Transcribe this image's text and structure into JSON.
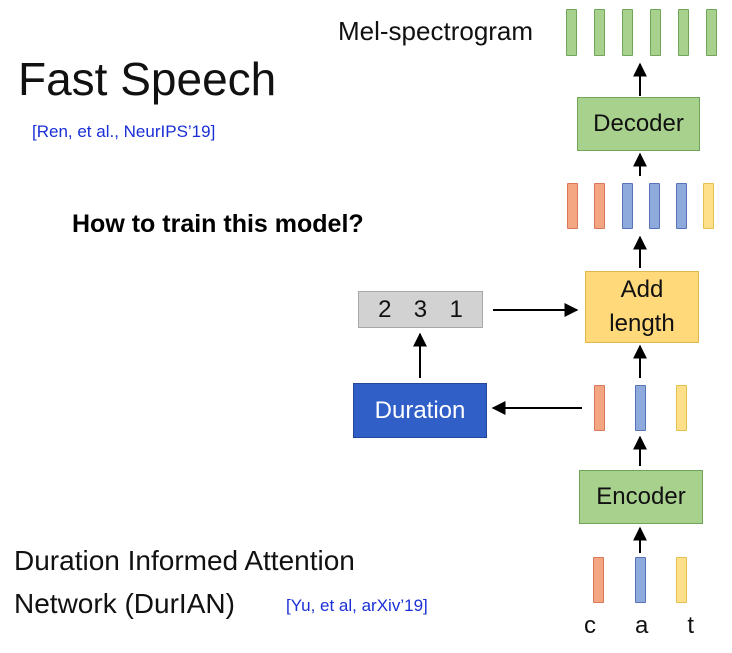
{
  "title": "Fast Speech",
  "citation_fastspeech": "[Ren, et al., NeurIPS’19]",
  "question": "How to train this model?",
  "mel_label": "Mel-spectrogram",
  "decoder_label": "Decoder",
  "encoder_label": "Encoder",
  "add_length_line1": "Add",
  "add_length_line2": "length",
  "duration_label": "Duration",
  "durations": [
    "2",
    "3",
    "1"
  ],
  "input_chars": [
    "c",
    "a",
    "t"
  ],
  "durian_line1": "Duration Informed Attention",
  "durian_line2": "Network (DurIAN)",
  "citation_durian": "[Yu, et al, arXiv’19]",
  "colors": {
    "green": "#a9d18e",
    "orange": "#f4a582",
    "blue": "#8ea9db",
    "yellow": "#ffe08a",
    "duration_box": "#2f5fc7",
    "citation": "#1a2fd6"
  }
}
